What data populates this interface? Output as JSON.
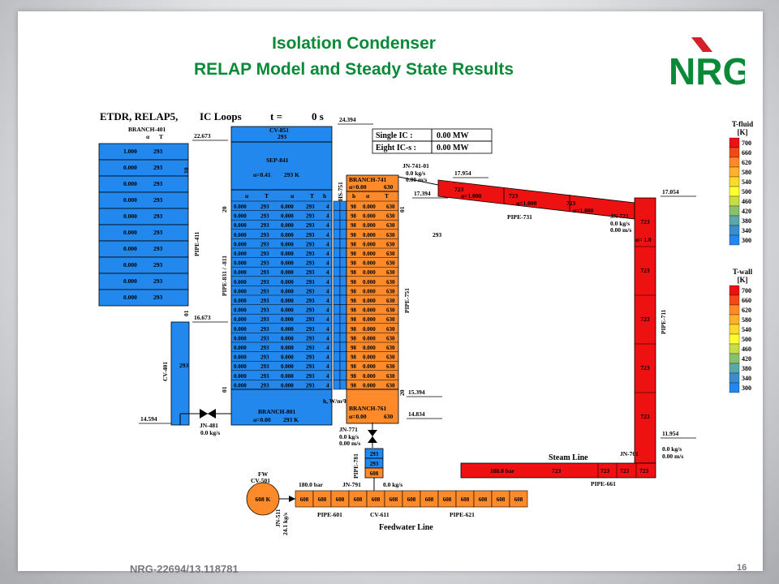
{
  "slide": {
    "title_line1": "Isolation Condenser",
    "title_line2": "RELAP Model and Steady State Results",
    "footer": "NRG-22694/13.118781",
    "page_number": "16",
    "logo_text": "NRG",
    "colors": {
      "title": "#0a8a39",
      "blue": "#2288ee",
      "red": "#ee1111",
      "orange": "#ff8a2a",
      "logo_red": "#d4202a",
      "logo_green": "#0a8a39"
    }
  },
  "header": {
    "program": "ETDR, RELAP5,",
    "loops": "IC Loops",
    "time_label": "t =",
    "time_value": "0 s",
    "elev_top": "24.394"
  },
  "power_box": {
    "rows": [
      {
        "label": "Single IC :",
        "value": "0.00 MW"
      },
      {
        "label": "Eight IC-s :",
        "value": "0.00 MW"
      }
    ]
  },
  "elevations": [
    "22.673",
    "16.673",
    "14.594",
    "17.954",
    "17.394",
    "17.054",
    "15.394",
    "14.834",
    "11.954"
  ],
  "branch401": {
    "name": "BRANCH-401",
    "col_alpha": "α",
    "col_t": "T",
    "rows": [
      {
        "a": "1.000",
        "t": "293"
      },
      {
        "a": "0.000",
        "t": "293"
      },
      {
        "a": "0.000",
        "t": "293"
      },
      {
        "a": "0.000",
        "t": "293"
      },
      {
        "a": "0.000",
        "t": "293"
      },
      {
        "a": "0.000",
        "t": "293"
      },
      {
        "a": "0.000",
        "t": "293"
      },
      {
        "a": "0.000",
        "t": "293"
      },
      {
        "a": "0.000",
        "t": "293"
      },
      {
        "a": "0.000",
        "t": "293"
      }
    ],
    "pipe_label": "PIPE-411",
    "num_10": "10",
    "num_01": "01"
  },
  "cv401": {
    "name": "CV-401",
    "value": "293"
  },
  "jn481": {
    "name": "JN-481",
    "flow": "0.0 kg/s"
  },
  "pool": {
    "cv851": "CV-851",
    "cv851_t": "293",
    "sep841": "SEP-841",
    "sep_alpha": "α=0.41",
    "sep_t": "293 K",
    "hdr_alpha1": "α",
    "hdr_t1": "T",
    "hdr_alpha2": "α",
    "hdr_t2": "T",
    "hdr_h": "h",
    "cell": {
      "a1": "0.000",
      "t1": "293",
      "a2": "0.000",
      "t2": "293",
      "h": "4"
    },
    "pipe_label": "PIPE-831 / -811",
    "num_20": "20",
    "num_01": "01",
    "branch801": "BRANCH-801",
    "b801_alpha": "α=0.00",
    "b801_t": "293 K",
    "hs751": "HS-751",
    "hs_unit": "h, W/m²K"
  },
  "condenser": {
    "branch741": "BRANCH-741",
    "b741_alpha": "α=0.00",
    "b741_t": "630",
    "hdr_h": "h",
    "hdr_alpha": "α",
    "hdr_t": "T",
    "cell": {
      "h": "98",
      "a": "0.000",
      "t": "630"
    },
    "pipe_label": "PIPE-751",
    "num_01": "01",
    "num_20": "20",
    "branch761": "BRANCH-761",
    "b761_alpha": "α=0.00",
    "b761_t": "630"
  },
  "jn741": {
    "name": "JN-741-01",
    "flow": "0.0 kg/s",
    "vel": "0.00 m/s"
  },
  "pipe731": {
    "name": "PIPE-731",
    "t1": "723",
    "a1": "α=1.000",
    "t2": "723",
    "a2": "α=1.000",
    "t3": "723",
    "a3": "α=1.000"
  },
  "mid_temp": "293",
  "jn721": {
    "name": "JN-721",
    "flow": "0.0 kg/s",
    "vel": "0.00 m/s"
  },
  "pipe711": {
    "name": "PIPE-711",
    "alpha": "α= 1.0",
    "temps": [
      "723",
      "723",
      "723",
      "723",
      "723"
    ]
  },
  "jn701": {
    "name": "JN-701",
    "flow": "0.0 kg/s",
    "vel": "0.00 m/s"
  },
  "steam_line": {
    "label": "Steam Line",
    "pressure": "188.8 bar",
    "t1": "723",
    "t2": "723",
    "t3": "723",
    "t4": "723",
    "pipe": "PIPE-661"
  },
  "jn771": {
    "name": "JN-771",
    "flow": "0.0 kg/s",
    "vel": "0.00 m/s"
  },
  "pipe781": {
    "name": "PIPE-781",
    "temps": [
      "293",
      "293",
      "608"
    ]
  },
  "fw": {
    "fw": "FW",
    "cv501": "CV-501",
    "temp": "608 K",
    "pressure": "180.0 bar",
    "jn511": "JN-511",
    "jn511_flow": "24.1 kg/s"
  },
  "jn791": {
    "name": "JN-791",
    "flow": "0.0 kg/s"
  },
  "feedwater": {
    "label": "Feedwater Line",
    "temps": [
      "608",
      "608",
      "608",
      "608",
      "608",
      "608",
      "608",
      "608",
      "608",
      "608",
      "608",
      "608",
      "608"
    ],
    "pipe601": "PIPE-601",
    "cv611": "CV-611",
    "pipe621": "PIPE-621"
  },
  "legend_fluid": {
    "title1": "T-fluid",
    "title2": "[K]",
    "items": [
      {
        "label": "700",
        "color": "#ee1111"
      },
      {
        "label": "660",
        "color": "#f24a14"
      },
      {
        "label": "620",
        "color": "#ff8a2a"
      },
      {
        "label": "580",
        "color": "#ffb030"
      },
      {
        "label": "540",
        "color": "#ffd830"
      },
      {
        "label": "500",
        "color": "#ffff33"
      },
      {
        "label": "460",
        "color": "#c8dc4a"
      },
      {
        "label": "420",
        "color": "#88c070"
      },
      {
        "label": "380",
        "color": "#5aa8a8"
      },
      {
        "label": "340",
        "color": "#3a8ed0"
      },
      {
        "label": "300",
        "color": "#2288ee"
      }
    ]
  },
  "legend_wall": {
    "title1": "T-wall",
    "title2": "[K]",
    "items": [
      {
        "label": "700",
        "color": "#ee1111"
      },
      {
        "label": "660",
        "color": "#f24a14"
      },
      {
        "label": "620",
        "color": "#ff8a2a"
      },
      {
        "label": "580",
        "color": "#ffb030"
      },
      {
        "label": "540",
        "color": "#ffd830"
      },
      {
        "label": "500",
        "color": "#ffff33"
      },
      {
        "label": "460",
        "color": "#c8dc4a"
      },
      {
        "label": "420",
        "color": "#88c070"
      },
      {
        "label": "380",
        "color": "#5aa8a8"
      },
      {
        "label": "340",
        "color": "#3a8ed0"
      },
      {
        "label": "300",
        "color": "#2288ee"
      }
    ]
  }
}
